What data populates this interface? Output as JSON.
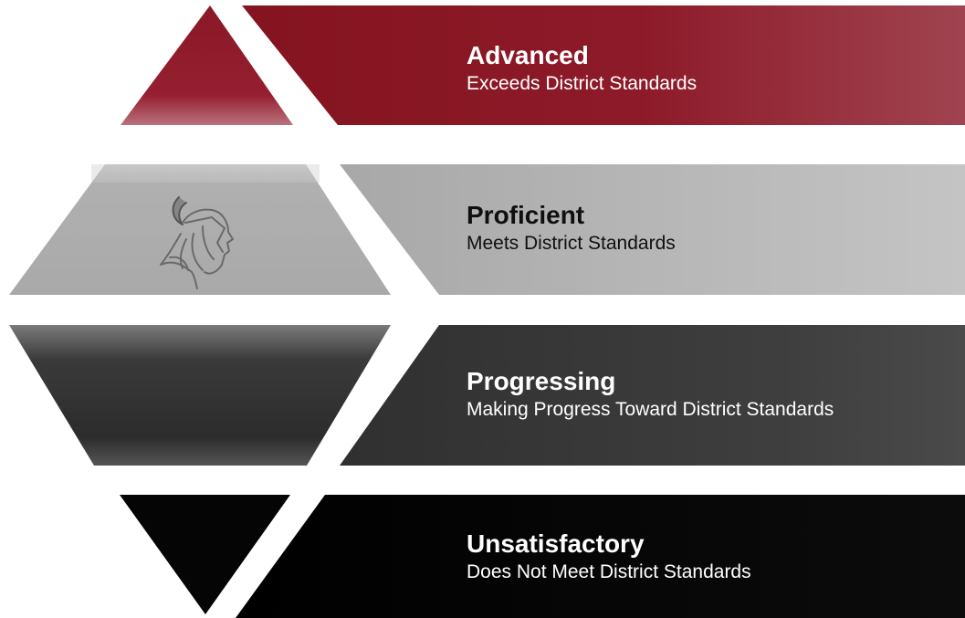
{
  "tiers": [
    {
      "title": "Advanced",
      "description": "Exceeds District Standards"
    },
    {
      "title": "Proficient",
      "description": "Meets District Standards"
    },
    {
      "title": "Progressing",
      "description": "Making Progress Toward District Standards"
    },
    {
      "title": "Unsatisfactory",
      "description": "Does Not Meet District Standards"
    }
  ],
  "logo_icon": "viking-head-icon",
  "colors": {
    "advanced": "#8a1a2a",
    "proficient": "#b3b3b3",
    "progressing": "#3c3c3c",
    "unsatisfactory": "#050505",
    "text_light": "#ffffff",
    "text_dark": "#111111"
  }
}
